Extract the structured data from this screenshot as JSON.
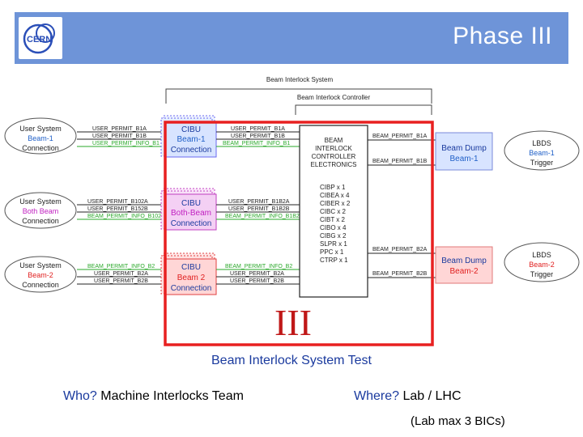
{
  "slide": {
    "title": "Phase III",
    "big_label": "III",
    "caption": "Beam Interlock System Test",
    "who_label": "Who?",
    "who_value": " Machine Interlocks Team",
    "where_label": "Where?",
    "where_value": " Lab / LHC",
    "note": "(Lab max 3 BICs)"
  },
  "diagram": {
    "system_label": "Beam Interlock System",
    "controller_label": "Beam Interlock Controller",
    "user_systems": [
      {
        "l1": "User System",
        "l2": "Beam-1",
        "l3": "Connection"
      },
      {
        "l1": "User System",
        "l2": "Both Beam",
        "l3": "Connection"
      },
      {
        "l1": "User System",
        "l2": "Beam-2",
        "l3": "Connection"
      }
    ],
    "cibus": [
      {
        "l1": "CIBU",
        "l2": "Beam-1",
        "l3": "Connection"
      },
      {
        "l1": "CIBU",
        "l2": "Both-Beam",
        "l3": "Connection"
      },
      {
        "l1": "CIBU",
        "l2": "Beam 2",
        "l3": "Connection"
      }
    ],
    "left_signals": [
      [
        "USER_PERMIT_B1A",
        "USER_PERMIT_B1B",
        "USER_PERMIT_INFO_B1"
      ],
      [
        "USER_PERMIT_B102A",
        "USER_PERMIT_B152B",
        "BEAM_PERMIT_INFO_B102"
      ],
      [
        "BEAM_PERMIT_INFO_B2",
        "USER_PERMIT_B2A",
        "USER_PERMIT_B2B"
      ]
    ],
    "mid_signals": [
      [
        "USER_PERMIT_B1A",
        "USER_PERMIT_B1B",
        "BEAM_PERMIT_INFO_B1"
      ],
      [
        "USER_PERMIT_B1B2A",
        "USER_PERMIT_B1B2B",
        "BEAM_PERMIT_INFO_B1B2"
      ],
      [
        "BEAM_PERMIT_INFO_B2",
        "USER_PERMIT_B2A",
        "USER_PERMIT_B2B"
      ]
    ],
    "bic_title": [
      "BEAM",
      "INTERLOCK",
      "CONTROLLER",
      "ELECTRONICS"
    ],
    "bic_components": [
      "CIBP x 1",
      "CIBEA x 4",
      "CIBER x 2",
      "CIBC x 2",
      "CIBT x 2",
      "CIBO x 4",
      "CIBG x 2",
      "SLPR x 1",
      "PPC x 1",
      "CTRP x 1"
    ],
    "right_signals": [
      "BEAM_PERMIT_B1A",
      "BEAM_PERMIT_B1B",
      "BEAM_PERMIT_B2A",
      "BEAM_PERMIT_B2B"
    ],
    "dumps": [
      {
        "l1": "Beam Dump",
        "l2": "Beam-1"
      },
      {
        "l1": "Beam Dump",
        "l2": "Beam-2"
      }
    ],
    "lbds": [
      {
        "l1": "LBDS",
        "l2": "Beam-1",
        "l3": "Trigger"
      },
      {
        "l1": "LBDS",
        "l2": "Beam-2",
        "l3": "Trigger"
      }
    ]
  }
}
